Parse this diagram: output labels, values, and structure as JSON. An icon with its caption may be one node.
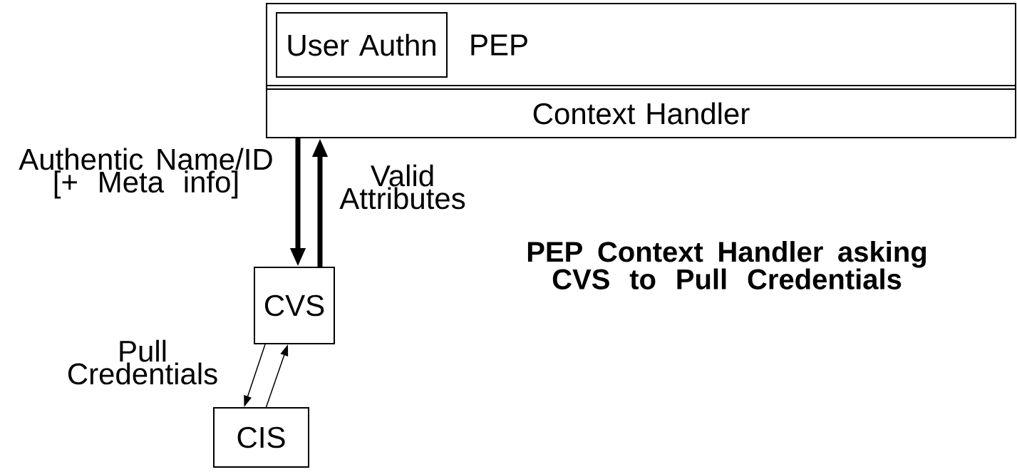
{
  "diagram": {
    "title": "PEP Context Handler asking CVS to Pull Credentials",
    "nodes": [
      {
        "text": [
          "PEP"
        ]
      },
      {
        "text": [
          "User Authn"
        ],
        "in": 0
      },
      {
        "text": [
          "Context Handler"
        ],
        "in": 0
      },
      {
        "text": [
          "CVS"
        ]
      },
      {
        "text": [
          "CIS"
        ]
      }
    ],
    "edges": [
      {
        "from": 2,
        "to": 3,
        "arrow": "to",
        "style": "thick",
        "label": "Authentic Name/ID [+ Meta info]"
      },
      {
        "from": 3,
        "to": 2,
        "arrow": "to",
        "style": "thick",
        "label": "Valid Attributes"
      },
      {
        "from": 3,
        "to": 4,
        "arrow": "to",
        "label": "Pull Credentials"
      },
      {
        "from": 4,
        "to": 3,
        "arrow": "to"
      }
    ]
  }
}
